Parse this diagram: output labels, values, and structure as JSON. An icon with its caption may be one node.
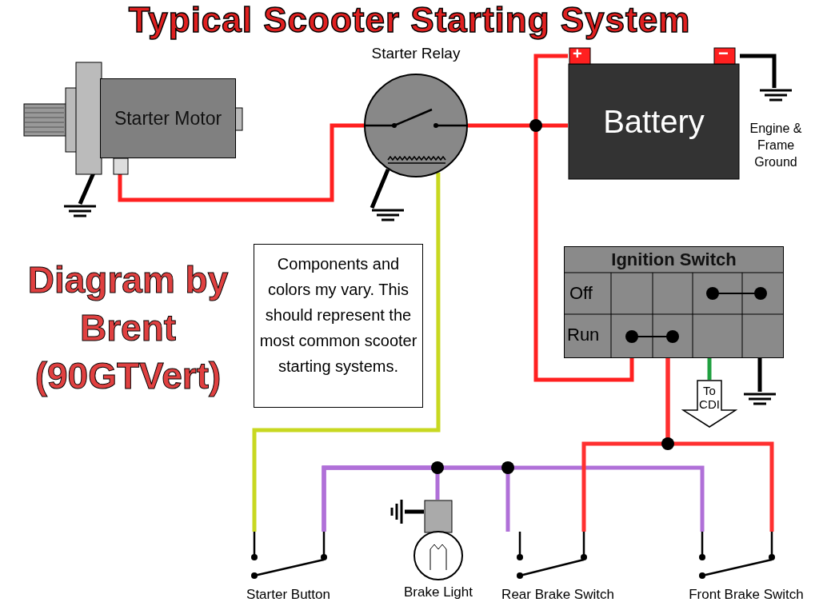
{
  "diagram": {
    "title": "Typical Scooter Starting System",
    "nodes": [
      {
        "text": [
          "Starter Motor"
        ]
      },
      {
        "text": [
          "Starter Relay"
        ]
      },
      {
        "text": [
          "Battery"
        ]
      },
      {
        "text": [],
        "shape": "ground"
      },
      {
        "text": [],
        "shape": "ground"
      },
      {
        "text": [
          "Engine & Frame Ground"
        ]
      },
      {
        "text": [
          "Ignition Switch",
          "Off",
          "Run"
        ]
      },
      {
        "text": [],
        "shape": "ground"
      },
      {
        "text": [
          "To CDI"
        ]
      },
      {
        "text": [
          "Components and colors my vary. This should represent the most common scooter starting systems."
        ]
      },
      {
        "text": [
          "Starter Button"
        ]
      },
      {
        "text": [
          "Brake Light"
        ]
      },
      {
        "text": [
          "Rear Brake Switch"
        ]
      },
      {
        "text": [
          "Front Brake Switch"
        ]
      },
      {
        "text": [],
        "shape": "ground"
      }
    ],
    "edges": [
      {
        "from": 0,
        "to": 1,
        "arrow": "none",
        "color": "#ff2020"
      },
      {
        "from": 1,
        "to": 2,
        "arrow": "none",
        "color": "#ff2020"
      },
      {
        "from": 2,
        "to": 6,
        "arrow": "none",
        "color": "#ff2020"
      },
      {
        "from": 2,
        "to": 5,
        "arrow": "none"
      },
      {
        "from": 0,
        "to": 3,
        "arrow": "none"
      },
      {
        "from": 1,
        "to": 4,
        "arrow": "none"
      },
      {
        "from": 6,
        "to": 7,
        "arrow": "none"
      },
      {
        "from": 6,
        "to": 8,
        "arrow": "none",
        "color": "#20a040"
      },
      {
        "from": 1,
        "to": 10,
        "arrow": "none",
        "color": "#c8d820"
      },
      {
        "from": 10,
        "to": 11,
        "arrow": "none",
        "color": "#b070d8"
      },
      {
        "from": 10,
        "to": 12,
        "arrow": "none",
        "color": "#b070d8"
      },
      {
        "from": 10,
        "to": 13,
        "arrow": "none",
        "color": "#b070d8"
      },
      {
        "from": 6,
        "to": 12,
        "arrow": "none",
        "color": "#ff3030"
      },
      {
        "from": 6,
        "to": 13,
        "arrow": "none",
        "color": "#ff3030"
      },
      {
        "from": 11,
        "to": 14,
        "arrow": "none"
      }
    ],
    "labels": [
      "+",
      "−",
      "Diagram by Brent (90GTVert)"
    ]
  }
}
